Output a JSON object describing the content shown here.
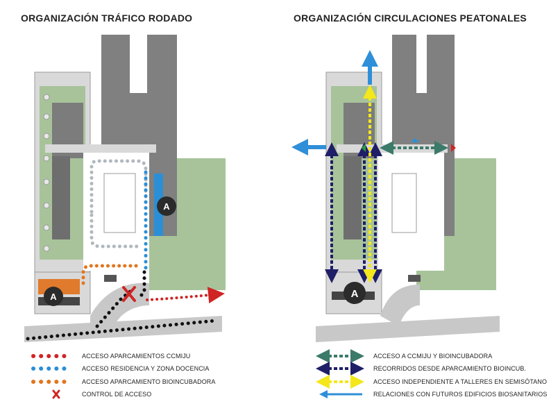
{
  "titles": {
    "left": "ORGANIZACIÓN TRÁFICO RODADO",
    "right": "ORGANIZACIÓN CIRCULACIONES PEATONALES"
  },
  "markers": {
    "parking": "A"
  },
  "colors": {
    "building_dark": "#808080",
    "building_light": "#d9d9d9",
    "green_area": "#a8c39a",
    "road": "#c8c8c8",
    "red": "#d02525",
    "blue": "#2a8fd6",
    "orange": "#e2761e",
    "gray_dots": "#b0b8bf",
    "teal": "#3c7a6a",
    "navy": "#1e1f66",
    "yellow": "#f4e71c",
    "light_blue": "#2f8fd8",
    "black": "#111111"
  },
  "legend_left": [
    {
      "symbol": "red-dots",
      "label": "ACCESO APARCAMIENTOS CCMIJU"
    },
    {
      "symbol": "blue-dots",
      "label": "ACCESO RESIDENCIA Y ZONA DOCENCIA"
    },
    {
      "symbol": "orange-dots",
      "label": "ACCESO APARCAMIENTO BIOINCUBADORA"
    },
    {
      "symbol": "red-cross",
      "label": "CONTROL DE ACCESO"
    }
  ],
  "legend_right": [
    {
      "symbol": "teal-double-arrow",
      "label": "ACCESO A CCMIJU Y BIOINCUBADORA"
    },
    {
      "symbol": "navy-double-arrow",
      "label": "RECORRIDOS DESDE APARCAMIENTO BIOINCUB."
    },
    {
      "symbol": "yellow-double-arrow",
      "label": "ACCESO INDEPENDIENTE A TALLERES EN SEMISÓTANO"
    },
    {
      "symbol": "blue-arrow",
      "label": "RELACIONES CON FUTUROS EDIFICIOS BIOSANITARIOS"
    }
  ]
}
